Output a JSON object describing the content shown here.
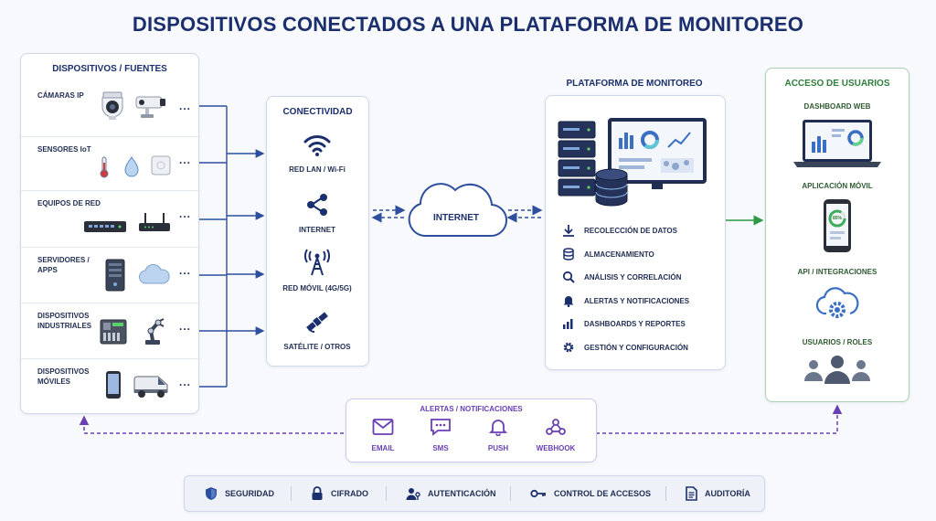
{
  "title": "DISPOSITIVOS CONECTADOS A UNA PLATAFORMA DE MONITOREO",
  "devices": {
    "title": "DISPOSITIVOS / FUENTES",
    "rows": [
      {
        "label": "CÁMARAS IP",
        "icons": [
          "dome-camera-icon",
          "bullet-camera-icon"
        ]
      },
      {
        "label": "SENSORES IoT",
        "icons": [
          "thermometer-icon",
          "water-drop-icon",
          "sensor-box-icon"
        ]
      },
      {
        "label": "EQUIPOS DE RED",
        "icons": [
          "network-switch-icon",
          "router-icon"
        ]
      },
      {
        "label": "SERVIDORES / APPS",
        "icons": [
          "server-icon",
          "cloud-icon"
        ]
      },
      {
        "label": "DISPOSITIVOS INDUSTRIALES",
        "icons": [
          "plc-icon",
          "robot-arm-icon"
        ]
      },
      {
        "label": "DISPOSITIVOS MÓVILES",
        "icons": [
          "smartphone-icon",
          "van-icon"
        ]
      }
    ],
    "more": "..."
  },
  "connectivity": {
    "title": "CONECTIVIDAD",
    "items": [
      {
        "label": "RED LAN / Wi-Fi",
        "icon": "wifi-icon"
      },
      {
        "label": "INTERNET",
        "icon": "share-nodes-icon"
      },
      {
        "label": "RED MÓVIL (4G/5G)",
        "icon": "cell-tower-icon"
      },
      {
        "label": "SATÉLITE / OTROS",
        "icon": "satellite-icon"
      }
    ]
  },
  "internet": {
    "label": "INTERNET"
  },
  "platform": {
    "title": "PLATAFORMA DE MONITOREO",
    "items": [
      {
        "label": "RECOLECCIÓN DE DATOS",
        "icon": "download-icon"
      },
      {
        "label": "ALMACENAMIENTO",
        "icon": "database-icon"
      },
      {
        "label": "ANÁLISIS Y CORRELACIÓN",
        "icon": "magnifier-icon"
      },
      {
        "label": "ALERTAS Y NOTIFICACIONES",
        "icon": "bell-icon"
      },
      {
        "label": "DASHBOARDS Y REPORTES",
        "icon": "bar-chart-icon"
      },
      {
        "label": "GESTIÓN Y CONFIGURACIÓN",
        "icon": "gear-icon"
      }
    ]
  },
  "user_access": {
    "title": "ACCESO DE USUARIOS",
    "items": [
      {
        "label": "DASHBOARD WEB",
        "icon": "laptop-dashboard-icon"
      },
      {
        "label": "APLICACIÓN MÓVIL",
        "icon": "mobile-app-icon",
        "gauge_text": "85%"
      },
      {
        "label": "API / INTEGRACIONES",
        "icon": "cloud-gear-icon"
      },
      {
        "label": "USUARIOS / ROLES",
        "icon": "users-group-icon"
      }
    ]
  },
  "alerts": {
    "title": "ALERTAS / NOTIFICACIONES",
    "items": [
      {
        "label": "EMAIL",
        "icon": "envelope-icon"
      },
      {
        "label": "SMS",
        "icon": "sms-icon"
      },
      {
        "label": "PUSH",
        "icon": "bell-icon"
      },
      {
        "label": "WEBHOOK",
        "icon": "webhook-icon"
      }
    ]
  },
  "security": {
    "items": [
      {
        "label": "SEGURIDAD",
        "icon": "shield-icon"
      },
      {
        "label": "CIFRADO",
        "icon": "lock-icon"
      },
      {
        "label": "AUTENTICACIÓN",
        "icon": "user-key-icon"
      },
      {
        "label": "CONTROL DE ACCESOS",
        "icon": "key-icon"
      },
      {
        "label": "AUDITORÍA",
        "icon": "document-icon"
      }
    ]
  },
  "colors": {
    "navy": "#1b2f6e",
    "accent_blue": "#2d4f9e",
    "green": "#2e9a47",
    "purple": "#6a3fb5"
  }
}
